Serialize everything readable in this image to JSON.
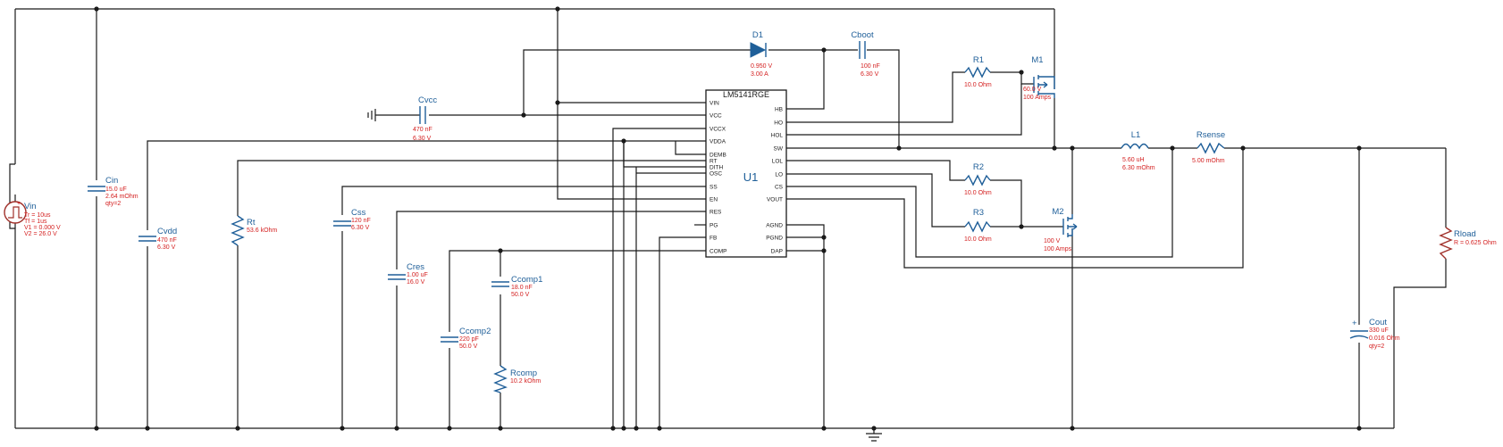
{
  "ic": {
    "part": "LM5141RGE",
    "ref": "U1",
    "left_pins": [
      "VIN",
      "VCC",
      "VCCX",
      "VDDA",
      "DEMB",
      "RT",
      "DITH",
      "OSC",
      "SS",
      "EN",
      "RES",
      "PG",
      "FB",
      "COMP"
    ],
    "right_pins": [
      "HB",
      "HO",
      "HOL",
      "SW",
      "LOL",
      "LO",
      "CS",
      "VOUT",
      "AGND",
      "PGND",
      "DAP"
    ]
  },
  "components": {
    "vin": {
      "ref": "Vin",
      "lines": [
        "Tr = 10us",
        "Tf = 1us",
        "V1 = 0.000 V",
        "V2 = 26.0 V"
      ]
    },
    "cin": {
      "ref": "Cin",
      "lines": [
        "15.0 uF",
        "2.64 mOhm",
        "qty=2"
      ]
    },
    "cvdd": {
      "ref": "Cvdd",
      "lines": [
        "470 nF",
        "6.30 V"
      ]
    },
    "rt": {
      "ref": "Rt",
      "lines": [
        "53.6 kOhm"
      ]
    },
    "css": {
      "ref": "Css",
      "lines": [
        "120 nF",
        "6.30 V"
      ]
    },
    "cres": {
      "ref": "Cres",
      "lines": [
        "1.00 uF",
        "16.0 V"
      ]
    },
    "ccomp2": {
      "ref": "Ccomp2",
      "lines": [
        "220 pF",
        "50.0 V"
      ]
    },
    "ccomp1": {
      "ref": "Ccomp1",
      "lines": [
        "18.0 nF",
        "50.0 V"
      ]
    },
    "rcomp": {
      "ref": "Rcomp",
      "lines": [
        "10.2 kOhm"
      ]
    },
    "cvcc": {
      "ref": "Cvcc",
      "lines": [
        "470 nF",
        "6.30 V"
      ]
    },
    "d1": {
      "ref": "D1",
      "lines": [
        "0.950 V",
        "3.00 A"
      ]
    },
    "cboot": {
      "ref": "Cboot",
      "lines": [
        "100 nF",
        "6.30 V"
      ]
    },
    "r1": {
      "ref": "R1",
      "lines": [
        "10.0 Ohm"
      ]
    },
    "m1": {
      "ref": "M1",
      "lines": [
        "60.0 V",
        "100 Amps"
      ]
    },
    "r2": {
      "ref": "R2",
      "lines": [
        "10.0 Ohm"
      ]
    },
    "r3": {
      "ref": "R3",
      "lines": [
        "10.0 Ohm"
      ]
    },
    "m2": {
      "ref": "M2",
      "lines": [
        "100 V",
        "100 Amps"
      ]
    },
    "l1": {
      "ref": "L1",
      "lines": [
        "5.60 uH",
        "6.30 mOhm"
      ]
    },
    "rsense": {
      "ref": "Rsense",
      "lines": [
        "5.00 mOhm"
      ]
    },
    "cout": {
      "ref": "Cout",
      "lines": [
        "330 uF",
        "0.016 Ohm",
        "qty=2"
      ]
    },
    "rload": {
      "ref": "Rload",
      "lines": [
        "R = 0.625 Ohm"
      ]
    }
  },
  "colors": {
    "wire": "#1a1a1a",
    "ref_label": "#1f5f99",
    "value_label": "#d42020",
    "load_resistor": "#a0302a"
  }
}
